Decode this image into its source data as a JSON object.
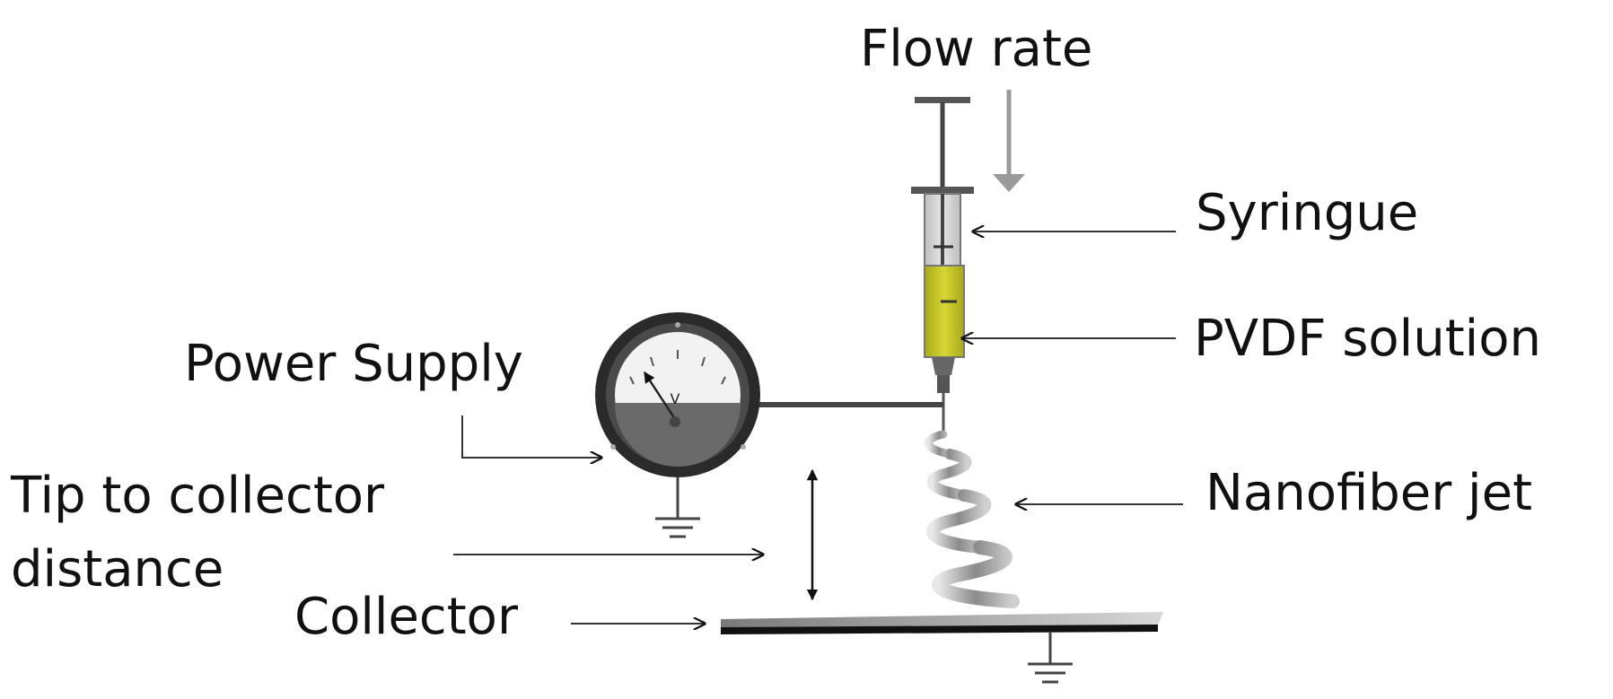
{
  "labels": {
    "flow_rate": "Flow rate",
    "syringe": "Syringue",
    "pvdf_solution": "PVDF solution",
    "power_supply": "Power Supply",
    "tip_line1": "Tip to collector",
    "tip_line2": "distance",
    "nanofiber_jet": "Nanofiber jet",
    "collector": "Collector"
  },
  "meter": {
    "unit": "V"
  },
  "colors": {
    "solution": "#c8c828",
    "barrel": "#cfcfcf",
    "text": "#111111",
    "meter_rim": "#2a2a2a",
    "collector": "#9a9a9a"
  }
}
